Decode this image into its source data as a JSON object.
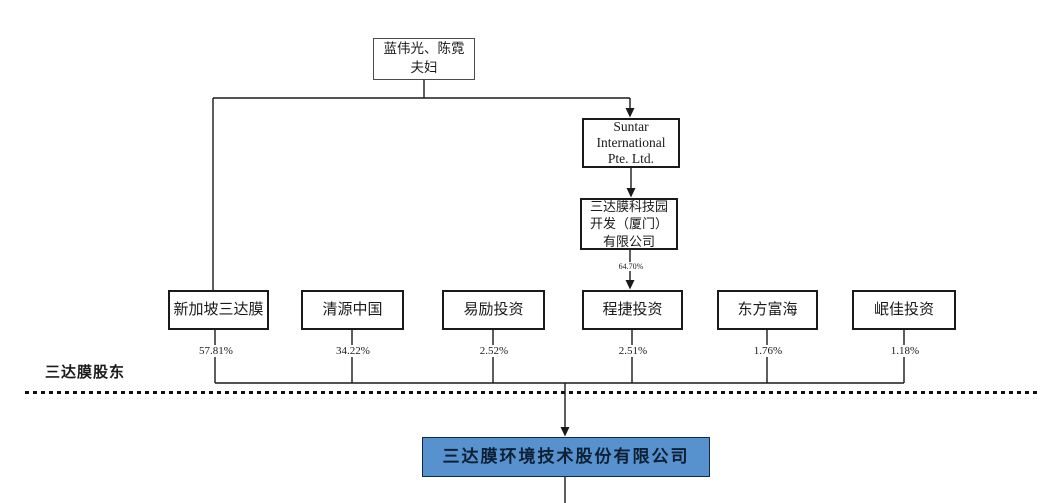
{
  "diagram": {
    "type": "equity-structure-chart",
    "top_node": {
      "line1": "蓝伟光、陈霓",
      "line2": "夫妇"
    },
    "suntar_node": {
      "line1": "Suntar",
      "line2": "International",
      "line3": "Pte. Ltd."
    },
    "keji_node": {
      "line1": "三达膜科技园",
      "line2": "开发（厦门）",
      "line3": "有限公司"
    },
    "keji_to_chengjie_percent": "64.70%",
    "shareholders": [
      {
        "name": "新加坡三达膜",
        "percent": "57.81%"
      },
      {
        "name": "清源中国",
        "percent": "34.22%"
      },
      {
        "name": "易励投资",
        "percent": "2.52%"
      },
      {
        "name": "程捷投资",
        "percent": "2.51%"
      },
      {
        "name": "东方富海",
        "percent": "1.76%"
      },
      {
        "name": "岷佳投资",
        "percent": "1.18%"
      }
    ],
    "group_label": "三达膜股东",
    "company_node": {
      "label": "三达膜环境技术股份有限公司",
      "fill_color": "#5792ce"
    },
    "line_color": "#1a1a1a"
  }
}
